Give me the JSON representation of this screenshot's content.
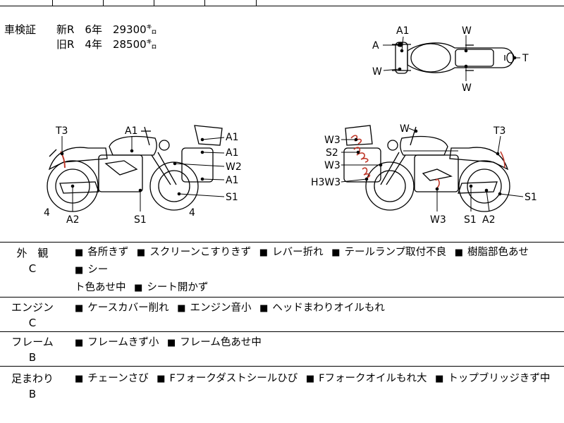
{
  "shaken": {
    "label": "車検証",
    "rows": [
      {
        "text": "新R　6年　29300㌔"
      },
      {
        "text": "旧R　4年　28500㌔"
      }
    ]
  },
  "diagram": {
    "top_labels": {
      "a1": "A1",
      "w_top": "W",
      "a": "A",
      "t": "T",
      "w_left": "W",
      "w_bottom": "W"
    },
    "left_labels": {
      "t3": "T3",
      "a1_tank": "A1",
      "a1_1": "A1",
      "a1_2": "A1",
      "w2": "W2",
      "a1_3": "A1",
      "s1_r": "S1",
      "n4_l": "4",
      "a2": "A2",
      "s1_b": "S1",
      "n4_r": "4"
    },
    "right_labels": {
      "w3_1": "W3",
      "s2": "S2",
      "w3_2": "W3",
      "h3w3": "H3W3",
      "w": "W",
      "t3": "T3",
      "s1_r": "S1",
      "w3_b": "W3",
      "s1_b": "S1",
      "a2": "A2"
    }
  },
  "conditions": [
    {
      "category": "外　観",
      "grade": "C",
      "items": [
        "各所きず",
        "スクリーンこすりきず",
        "レバー折れ",
        "テールランプ取付不良",
        "樹脂部色あせ",
        "シー"
      ],
      "items_line2": [
        "ト色あせ中",
        "シート開かず"
      ]
    },
    {
      "category": "エンジン",
      "grade": "C",
      "items": [
        "ケースカバー削れ",
        "エンジン音小",
        "ヘッドまわりオイルもれ"
      ]
    },
    {
      "category": "フレーム",
      "grade": "B",
      "items": [
        "フレームきず小",
        "フレーム色あせ中"
      ]
    },
    {
      "category": "足まわり",
      "grade": "B",
      "items": [
        "チェーンさび",
        "Fフォークダストシールひび",
        "Fフォークオイルもれ大",
        "トップブリッジきず中"
      ]
    }
  ],
  "bullet": "■"
}
